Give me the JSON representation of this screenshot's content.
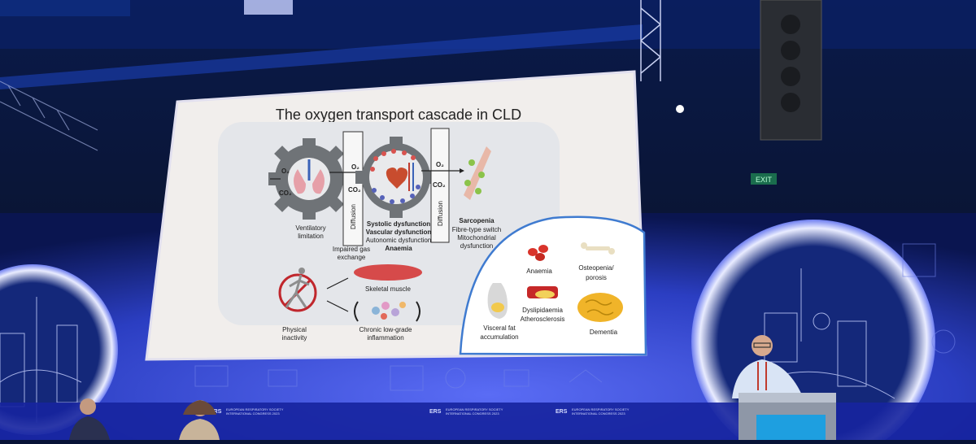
{
  "slide": {
    "title": "The oxygen transport cascade in CLD",
    "gear_left": {
      "o2": "O₂",
      "co2": "CO₂",
      "caption_line1": "Ventilatory",
      "caption_line2": "limitation"
    },
    "diffusion_left": "Diffusion",
    "arrow_mid": {
      "o2": "O₂",
      "co2": "CO₂"
    },
    "diffusion_right": "Diffusion",
    "arrow_right": {
      "o2": "O₂",
      "co2": "CO₂"
    },
    "impaired_gas": {
      "line1": "Impaired gas",
      "line2": "exchange"
    },
    "heart_captions": {
      "line1": "Systolic dysfunction",
      "line2": "Vascular dysfunction",
      "line3": "Autonomic dysfunction",
      "line4": "Anaemia"
    },
    "muscle_captions": {
      "line1": "Sarcopenia",
      "line2": "Fibre-type switch",
      "line3": "Mitochondrial",
      "line4": "dysfunction"
    },
    "physical_inactivity": {
      "line1": "Physical",
      "line2": "inactivity"
    },
    "skeletal_muscle": "Skeletal muscle",
    "inflammation": {
      "line1": "Chronic low-grade",
      "line2": "inflammation"
    },
    "comorbidities": {
      "anaemia": "Anaemia",
      "osteopenia_line1": "Osteopenia/",
      "osteopenia_line2": "porosis",
      "dyslip_line1": "Dyslipidaemia",
      "dyslip_line2": "Atherosclerosis",
      "visceral_line1": "Visceral fat",
      "visceral_line2": "accumulation",
      "dementia": "Dementia"
    }
  },
  "venue": {
    "exit_sign": "EXIT",
    "logo_text": "ERS",
    "banner_line1": "EUROPEAN RESPIRATORY SOCIETY",
    "banner_line2": "INTERNATIONAL CONGRESS 2023"
  },
  "colors": {
    "stage_blue": "#2a3ec7",
    "slide_bg": "#f1eeec",
    "accent_red": "#c0272d",
    "circle_blue": "#3f7bd0"
  }
}
